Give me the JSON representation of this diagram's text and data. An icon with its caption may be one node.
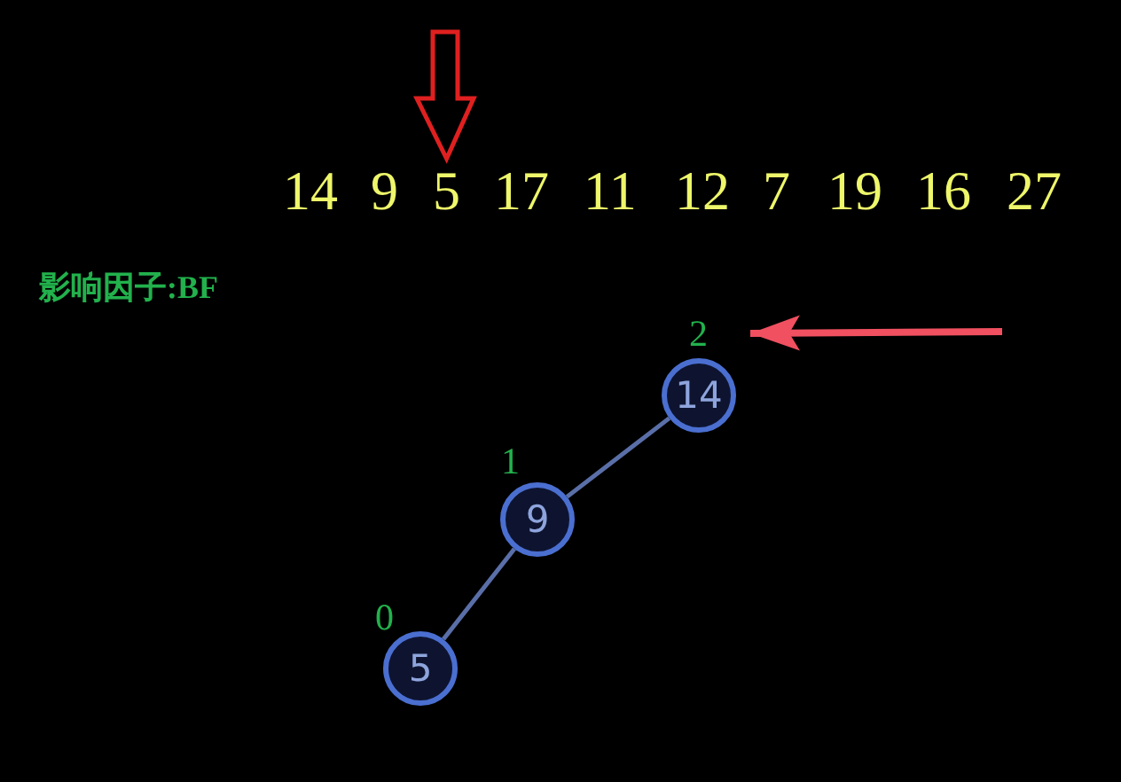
{
  "diagram": {
    "nodes": [
      {
        "text": [
          "14"
        ]
      },
      {
        "text": [
          "9"
        ]
      },
      {
        "text": [
          "5"
        ]
      },
      {
        "text": [
          "17"
        ]
      },
      {
        "text": [
          "11"
        ]
      },
      {
        "text": [
          "12"
        ]
      },
      {
        "text": [
          "7"
        ]
      },
      {
        "text": [
          "19"
        ]
      },
      {
        "text": [
          "16"
        ]
      },
      {
        "text": [
          "27"
        ]
      },
      {
        "text": [
          "14"
        ],
        "beside": [
          "2"
        ]
      },
      {
        "text": [
          "9"
        ],
        "beside": [
          "1"
        ]
      },
      {
        "text": [
          "5"
        ],
        "beside": [
          "0"
        ]
      }
    ],
    "edges": [
      {
        "from": 10,
        "to": 11,
        "arrow": "none",
        "color": "#5a6fa8"
      },
      {
        "from": 11,
        "to": 12,
        "arrow": "none",
        "color": "#5a6fa8"
      },
      {
        "from": null,
        "to": 2,
        "arrow": "to",
        "color": "#e02020"
      },
      {
        "from": null,
        "to": 10,
        "arrow": "to",
        "color": "#f05060"
      }
    ],
    "labels": [
      "影响因子:BF"
    ]
  }
}
